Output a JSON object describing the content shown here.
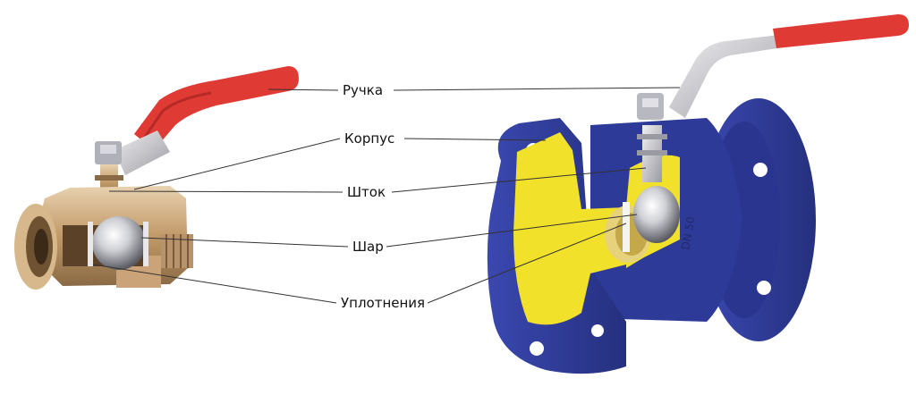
{
  "labels": {
    "handle": "Ручка",
    "body": "Корпус",
    "stem": "Шток",
    "ball": "Шар",
    "seals": "Уплотнения"
  },
  "colors": {
    "handle_red": "#e03a35",
    "brass": "#c9a77a",
    "flange_blue": "#2f3c9c",
    "cutaway_yellow": "#f2e12a",
    "ball_chrome": "#d9d9de",
    "steel_lever": "#c8c8cc"
  }
}
